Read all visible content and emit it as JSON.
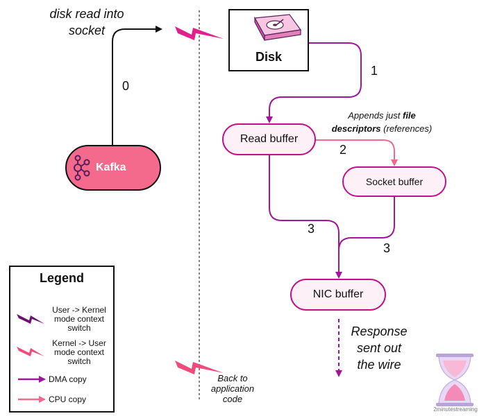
{
  "top_note": [
    "disk read into",
    "socket"
  ],
  "bottom_note": [
    "Back to",
    "application",
    "code"
  ],
  "response_note": [
    "Response",
    "sent out",
    "the wire"
  ],
  "nodes": {
    "disk": "Disk",
    "kafka": "Kafka",
    "read_buffer": "Read buffer",
    "socket_buffer": "Socket buffer",
    "nic_buffer": "NIC buffer"
  },
  "edge_labels": {
    "e0": "0",
    "e1": "1",
    "e2": "2",
    "e3a": "3",
    "e3b": "3"
  },
  "append_note": {
    "line1_a": "Appends just ",
    "line1_b": "file",
    "line2_a": "descriptors",
    "line2_b": " (references)"
  },
  "legend": {
    "title": "Legend",
    "user_kernel": [
      "User -> Kernel",
      "mode context",
      "switch"
    ],
    "kernel_user": [
      "Kernel -> User",
      "mode context",
      "switch"
    ],
    "dma": "DMA copy",
    "cpu": "CPU copy"
  },
  "watermark": "2minutestreaming",
  "colors": {
    "dma": "#a0169a",
    "cpu": "#f06a8c",
    "bolt_magenta": "#e0208c",
    "bolt_purple": "#6d1070",
    "bolt_pink": "#f04b7c",
    "kafka_fill": "#f46a8c",
    "pill_border": "#c2128b"
  }
}
